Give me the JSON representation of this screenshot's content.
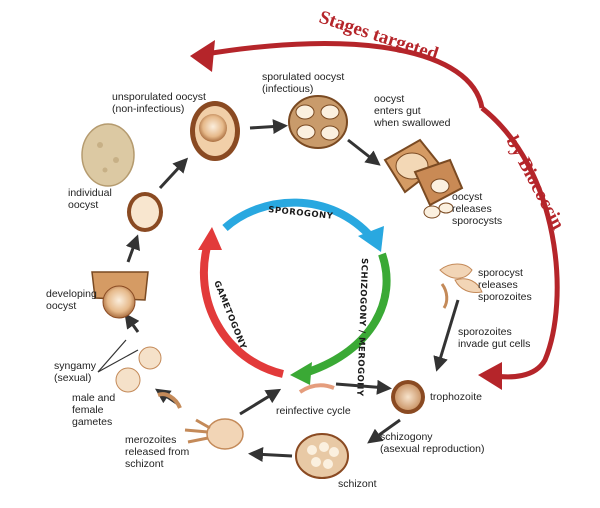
{
  "banner": {
    "line1": "Stages targeted",
    "line2": "by Biococcin",
    "color": "#b5252a"
  },
  "cycle": {
    "sporogony": "SPOROGONY",
    "schizogony": "SCHIZOGONY / MEROGONY",
    "gametogony": "GAMETOGONY",
    "colors": {
      "sporogony": "#29a8e0",
      "schizogony": "#3aa935",
      "gametogony": "#e23a3a"
    }
  },
  "stages": {
    "unsporulated": [
      "unsporulated oocyst",
      "(non-infectious)"
    ],
    "sporulated": [
      "sporulated oocyst",
      "(infectious)"
    ],
    "enters_gut": [
      "oocyst",
      "enters gut",
      "when swallowed"
    ],
    "releases_sporocysts": [
      "oocyst",
      "releases",
      "sporocysts"
    ],
    "sporocyst_releases": [
      "sporocyst",
      "releases",
      "sporozoites"
    ],
    "sporozoites_invade": [
      "sporozoites",
      "invade gut cells"
    ],
    "trophozoite": [
      "trophozoite"
    ],
    "schizogony": [
      "schizogony",
      "(asexual reproduction)"
    ],
    "schizont": [
      "schizont"
    ],
    "reinfective": [
      "reinfective cycle"
    ],
    "merozoites": [
      "merozoites",
      "released from",
      "schizont"
    ],
    "gametes": [
      "male and",
      "female",
      "gametes"
    ],
    "syngamy": [
      "syngamy",
      "(sexual)"
    ],
    "developing": [
      "developing",
      "oocyst"
    ],
    "individual": [
      "individual",
      "oocyst"
    ]
  }
}
